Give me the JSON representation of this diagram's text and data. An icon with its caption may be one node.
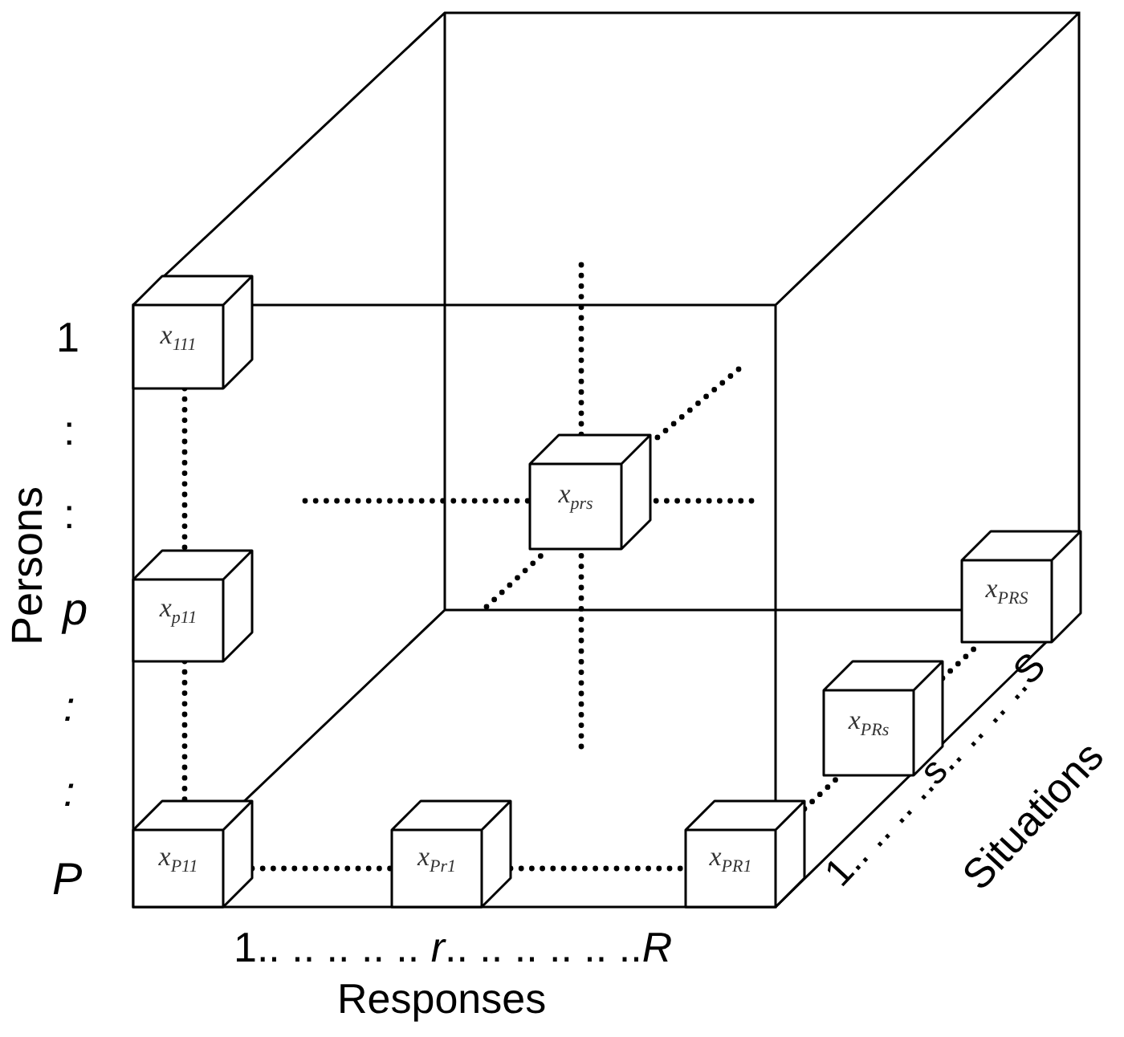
{
  "diagram": {
    "nodes": [
      {
        "text": [
          "*x*$_{111}$"
        ]
      },
      {
        "text": [
          "*x*$_{p11}$"
        ]
      },
      {
        "text": [
          "*x*$_{P11}$"
        ]
      },
      {
        "text": [
          "*x*$_{Pr1}$"
        ]
      },
      {
        "text": [
          "*x*$_{PR1}$"
        ]
      },
      {
        "text": [
          "*x*$_{PRs}$"
        ]
      },
      {
        "text": [
          "*x*$_{PRS}$"
        ]
      },
      {
        "text": [
          "*x*$_{prs}$"
        ]
      }
    ],
    "edges": [
      {
        "from": 0,
        "to": 1,
        "arrow": "none",
        "style": "dashed"
      },
      {
        "from": 1,
        "to": 2,
        "arrow": "none",
        "style": "dashed"
      },
      {
        "from": 2,
        "to": 3,
        "arrow": "none",
        "style": "dashed"
      },
      {
        "from": 3,
        "to": 4,
        "arrow": "none",
        "style": "dashed"
      },
      {
        "from": 4,
        "to": 5,
        "arrow": "none",
        "style": "dashed"
      },
      {
        "from": 5,
        "to": 6,
        "arrow": "none",
        "style": "dashed"
      },
      {
        "from": null,
        "to": 7,
        "arrow": "none",
        "style": "dashed"
      },
      {
        "from": null,
        "to": 7,
        "arrow": "none",
        "style": "dashed"
      },
      {
        "from": null,
        "to": 7,
        "arrow": "none",
        "style": "dashed"
      },
      {
        "from": null,
        "to": 7,
        "arrow": "none",
        "style": "dashed"
      },
      {
        "from": null,
        "to": 7,
        "arrow": "none",
        "style": "dashed"
      },
      {
        "from": null,
        "to": 7,
        "arrow": "none",
        "style": "dashed"
      }
    ],
    "labels": [
      "1",
      ":",
      ":",
      "p",
      ":",
      ":",
      "P",
      "Persons",
      "1.. .. .. .. .. *r*.. .. .. .. .. ..*R*",
      "Responses",
      "1.. .. .. ..s.. .. .. ..S",
      "Situations"
    ]
  }
}
